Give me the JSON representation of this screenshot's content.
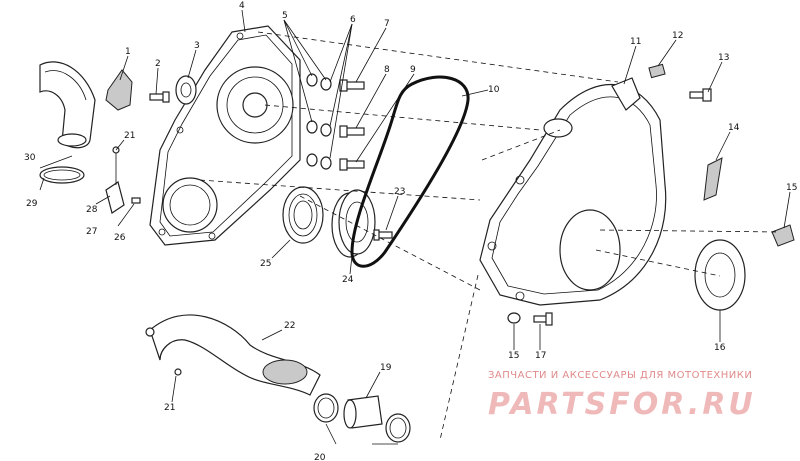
{
  "diagram": {
    "labels": [
      {
        "id": "lbl-1",
        "text": "1"
      },
      {
        "id": "lbl-2",
        "text": "2"
      },
      {
        "id": "lbl-3",
        "text": "3"
      },
      {
        "id": "lbl-4",
        "text": "4"
      },
      {
        "id": "lbl-5",
        "text": "5"
      },
      {
        "id": "lbl-6",
        "text": "6"
      },
      {
        "id": "lbl-7",
        "text": "7"
      },
      {
        "id": "lbl-8",
        "text": "8"
      },
      {
        "id": "lbl-9",
        "text": "9"
      },
      {
        "id": "lbl-10",
        "text": "10"
      },
      {
        "id": "lbl-11",
        "text": "11"
      },
      {
        "id": "lbl-12",
        "text": "12"
      },
      {
        "id": "lbl-13",
        "text": "13"
      },
      {
        "id": "lbl-14",
        "text": "14"
      },
      {
        "id": "lbl-15a",
        "text": "15"
      },
      {
        "id": "lbl-15b",
        "text": "15"
      },
      {
        "id": "lbl-16",
        "text": "16"
      },
      {
        "id": "lbl-17",
        "text": "17"
      },
      {
        "id": "lbl-19",
        "text": "19"
      },
      {
        "id": "lbl-20",
        "text": "20"
      },
      {
        "id": "lbl-21a",
        "text": "21"
      },
      {
        "id": "lbl-21b",
        "text": "21"
      },
      {
        "id": "lbl-22",
        "text": "22"
      },
      {
        "id": "lbl-23",
        "text": "23"
      },
      {
        "id": "lbl-24",
        "text": "24"
      },
      {
        "id": "lbl-25",
        "text": "25"
      },
      {
        "id": "lbl-26",
        "text": "26"
      },
      {
        "id": "lbl-27",
        "text": "27"
      },
      {
        "id": "lbl-28",
        "text": "28"
      },
      {
        "id": "lbl-29",
        "text": "29"
      },
      {
        "id": "lbl-30",
        "text": "30"
      }
    ]
  },
  "watermark": {
    "subtitle": "ЗАПЧАСТИ И АКСЕССУАРЫ ДЛЯ МОТОТЕХНИКИ",
    "brand": "PARTSFOR.RU"
  },
  "colors": {
    "line": "#111111",
    "watermark_sub": "#e08a8a",
    "watermark_main": "#f0b9b9"
  }
}
